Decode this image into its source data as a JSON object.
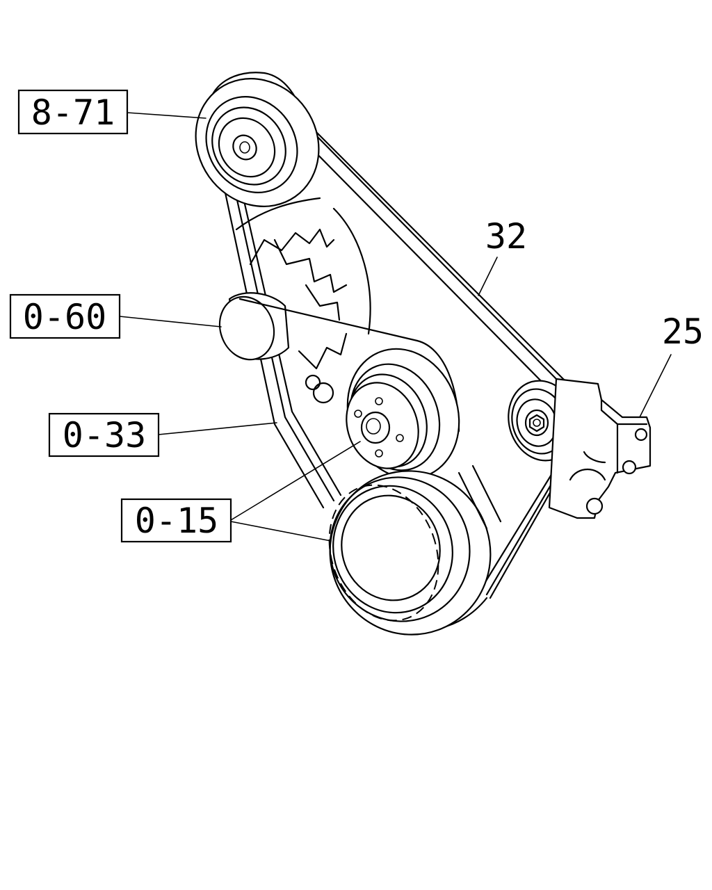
{
  "callouts": {
    "c_8_71": "8-71",
    "c_0_60": "0-60",
    "c_0_33": "0-33",
    "c_0_15": "0-15",
    "c_32": "32",
    "c_25": "25"
  }
}
